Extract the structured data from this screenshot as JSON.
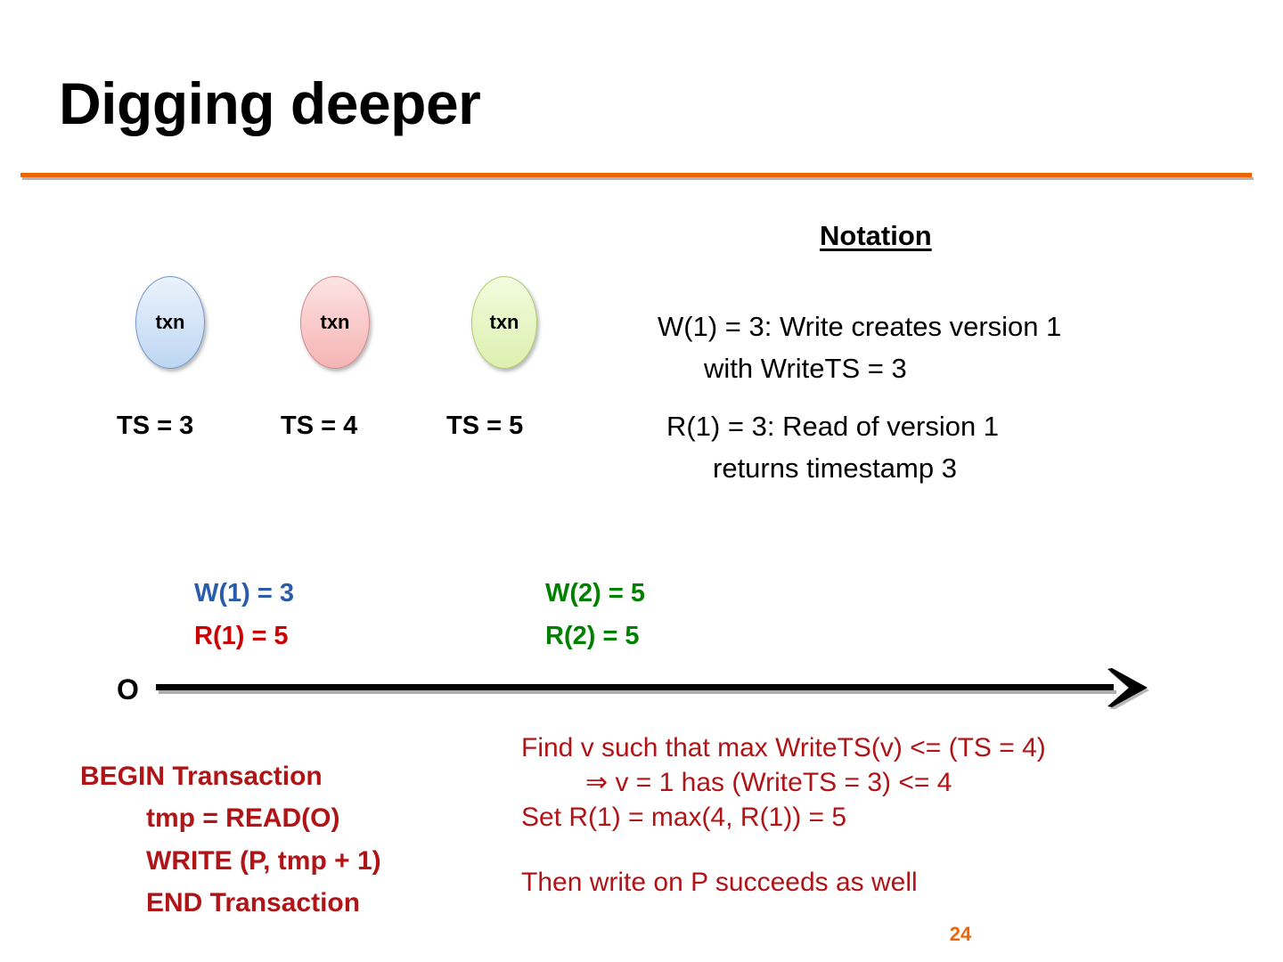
{
  "slide": {
    "title": "Digging deeper",
    "page_number": "24",
    "accent_color": "#ec6608"
  },
  "transactions": {
    "ellipse_label": "txn",
    "items": [
      {
        "label": "txn",
        "ts_label": "TS = 3",
        "color": "#bcd6f2"
      },
      {
        "label": "txn",
        "ts_label": "TS = 4",
        "color": "#f6b4b4"
      },
      {
        "label": "txn",
        "ts_label": "TS = 5",
        "color": "#ddf0b0"
      }
    ]
  },
  "notation": {
    "heading": "Notation",
    "entries": [
      {
        "line1": "W(1) = 3:   Write creates version 1",
        "line2": "with WriteTS = 3"
      },
      {
        "line1": "R(1) = 3:   Read of version 1",
        "line2": "returns timestamp 3"
      }
    ]
  },
  "timeline": {
    "origin_label": "O",
    "ops_left": [
      {
        "text": "W(1) = 3",
        "color": "#2a5caa"
      },
      {
        "text": "R(1) = 5",
        "color": "#cc0000"
      }
    ],
    "ops_right": [
      {
        "text": "W(2) = 5",
        "color": "#008000"
      },
      {
        "text": "R(2) = 5",
        "color": "#008000"
      }
    ]
  },
  "transaction_code": {
    "color": "#b01417",
    "lines": [
      "BEGIN Transaction",
      "tmp = READ(O)",
      "WRITE (P, tmp + 1)",
      "END Transaction"
    ]
  },
  "explanation": {
    "color": "#b01417",
    "lines": [
      "Find v such that max WriteTS(v) <= (TS = 4)",
      "⇒ v = 1 has (WriteTS = 3) <= 4",
      "Set R(1) = max(4, R(1)) = 5",
      "Then write on P succeeds as well"
    ]
  }
}
